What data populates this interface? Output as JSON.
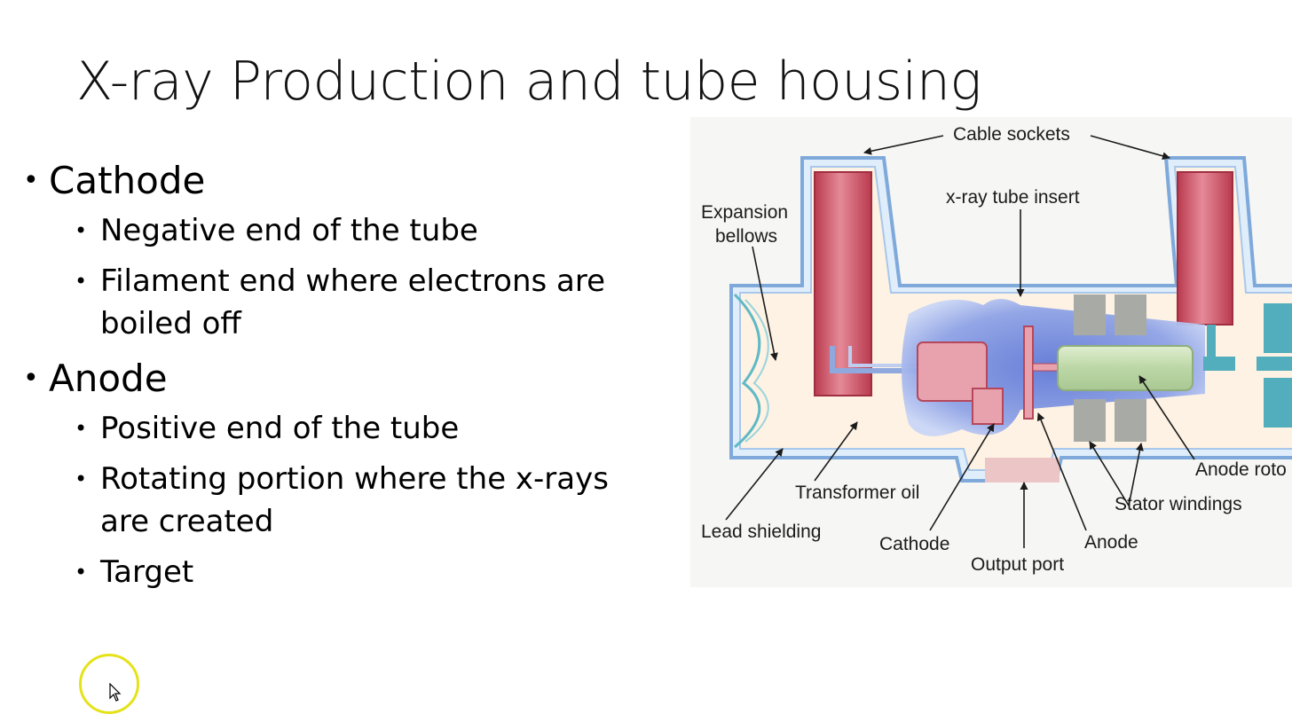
{
  "slide": {
    "title": "X-ray Production and tube housing"
  },
  "bullets": {
    "cathode": {
      "heading": "Cathode",
      "items": [
        "Negative end of the tube",
        "Filament end where electrons are",
        "boiled off"
      ]
    },
    "anode": {
      "heading": "Anode",
      "items": [
        "Positive end of the tube",
        "Rotating portion where the x-rays",
        "are created",
        "Target"
      ]
    }
  },
  "diagram": {
    "labels": {
      "cable_sockets": "Cable sockets",
      "tube_insert": "x-ray tube insert",
      "expansion": "Expansion",
      "bellows": "bellows",
      "transformer_oil": "Transformer oil",
      "lead_shielding": "Lead shielding",
      "cathode": "Cathode",
      "output_port": "Output port",
      "anode": "Anode",
      "stator_windings": "Stator windings",
      "anode_rotor": "Anode roto"
    }
  },
  "pointer": {
    "icon": "cursor-arrow-icon",
    "highlight_color": "#e5e21a"
  }
}
